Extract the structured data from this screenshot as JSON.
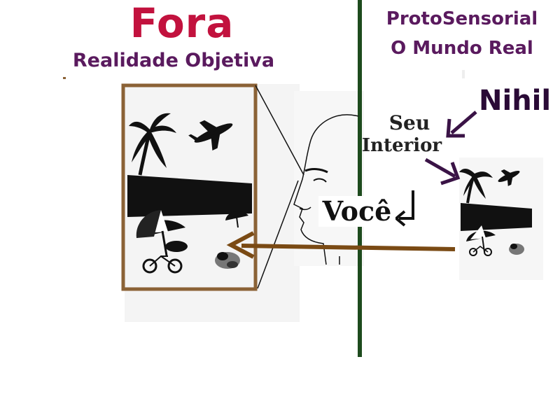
{
  "left": {
    "title": "Fora",
    "subtitle": "Realidade Objetiva"
  },
  "right": {
    "title": "ProtoSensorial",
    "subtitle": "O Mundo Real"
  },
  "labels": {
    "nihil": "Nihil",
    "seu": "Seu",
    "interior": "Interior",
    "voce": "Você"
  },
  "colors": {
    "title_red": "#c2123e",
    "text_purple": "#5a1a5e",
    "frame_brown": "#8b6236",
    "arrow_brown": "#7a4a14",
    "divider_green": "#1e4b1e",
    "arrow_purple": "#3a1346"
  },
  "icons": {
    "airplane": "airplane-icon",
    "palm": "palm-tree-icon",
    "umbrella": "beach-umbrella-icon",
    "bicycle": "bicycle-icon",
    "head": "head-profile-icon"
  }
}
